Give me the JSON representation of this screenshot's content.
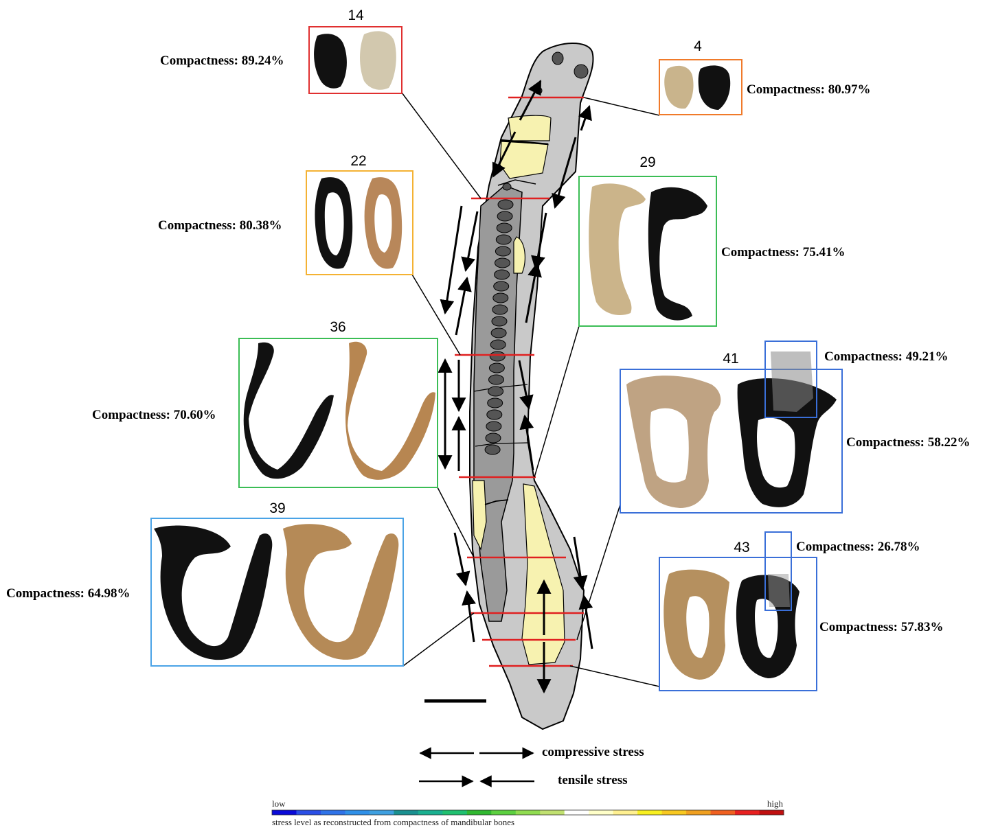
{
  "sections": [
    {
      "id": "14",
      "compactness": "Compactness: 89.24%",
      "box_color": "#e03030"
    },
    {
      "id": "4",
      "compactness": "Compactness: 80.97%",
      "box_color": "#f07a2a"
    },
    {
      "id": "22",
      "compactness": "Compactness: 80.38%",
      "box_color": "#f4b233"
    },
    {
      "id": "29",
      "compactness": "Compactness: 75.41%",
      "box_color": "#3bbd55"
    },
    {
      "id": "36",
      "compactness": "Compactness: 70.60%",
      "box_color": "#3bbd55"
    },
    {
      "id": "41",
      "compactness": "Compactness: 58.22%",
      "sub_compactness": "Compactness: 49.21%",
      "box_color": "#3a6fd8"
    },
    {
      "id": "39",
      "compactness": "Compactness: 64.98%",
      "box_color": "#4aa3e6"
    },
    {
      "id": "43",
      "compactness": "Compactness: 57.83%",
      "sub_compactness": "Compactness: 26.78%",
      "box_color": "#3a6fd8"
    }
  ],
  "legend": {
    "compressive": "compressive stress",
    "tensile": "tensile stress"
  },
  "scale": {
    "low": "low",
    "high": "high",
    "caption": "stress level as reconstructed from compactness of mandibular bones",
    "colors": [
      "#0a0ad8",
      "#2a4fe6",
      "#2f73e8",
      "#2f90e8",
      "#3fa0e0",
      "#1a9090",
      "#1ab090",
      "#20c070",
      "#30b830",
      "#5cd040",
      "#90dc50",
      "#c0e070",
      "#ffffff",
      "#ffffc8",
      "#fff090",
      "#f8f020",
      "#f8c820",
      "#f0a020",
      "#f06020",
      "#e82020",
      "#c01010"
    ]
  }
}
